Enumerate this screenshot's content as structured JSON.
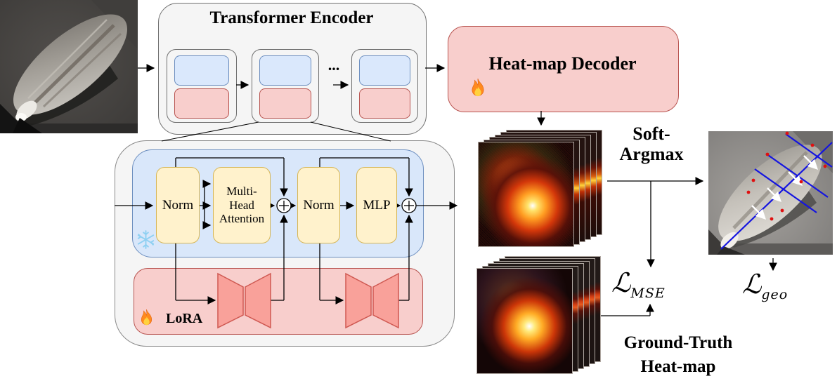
{
  "figure": {
    "description": "Model architecture diagram: LoRA fine-tuned Transformer encoder with heat-map decoder for tooth landmark detection"
  },
  "encoder": {
    "title": "Transformer Encoder",
    "ellipsis": "..."
  },
  "decoder": {
    "title": "Heat-map Decoder"
  },
  "block": {
    "norm1": "Norm",
    "mha_line1": "Multi-",
    "mha_line2": "Head",
    "mha_line3": "Attention",
    "norm2": "Norm",
    "mlp": "MLP",
    "lora": "LoRA"
  },
  "softargmax": {
    "line1": "Soft-",
    "line2": "Argmax"
  },
  "loss_mse": {
    "symbol": "ℒ",
    "subscript": "MSE"
  },
  "loss_geo": {
    "symbol": "ℒ",
    "subscript": "geo"
  },
  "ground_truth": {
    "line1": "Ground-Truth",
    "line2": "Heat-map"
  },
  "icons": {
    "fire": "fire-icon",
    "snowflake": "snowflake-icon"
  },
  "colors": {
    "blue_fill": "#dae8fc",
    "blue_stroke": "#6c8ebf",
    "red_fill": "#f8cecc",
    "red_stroke": "#b85450",
    "yellow_fill": "#fff2cc",
    "yellow_stroke": "#d6b656",
    "gray_fill": "#f5f5f5",
    "gray_stroke": "#707070",
    "adapter_fill": "#f9a19a",
    "adapter_stroke": "#cf5952",
    "annotation_blue": "#1414e0",
    "landmark_red": "#e01010"
  }
}
